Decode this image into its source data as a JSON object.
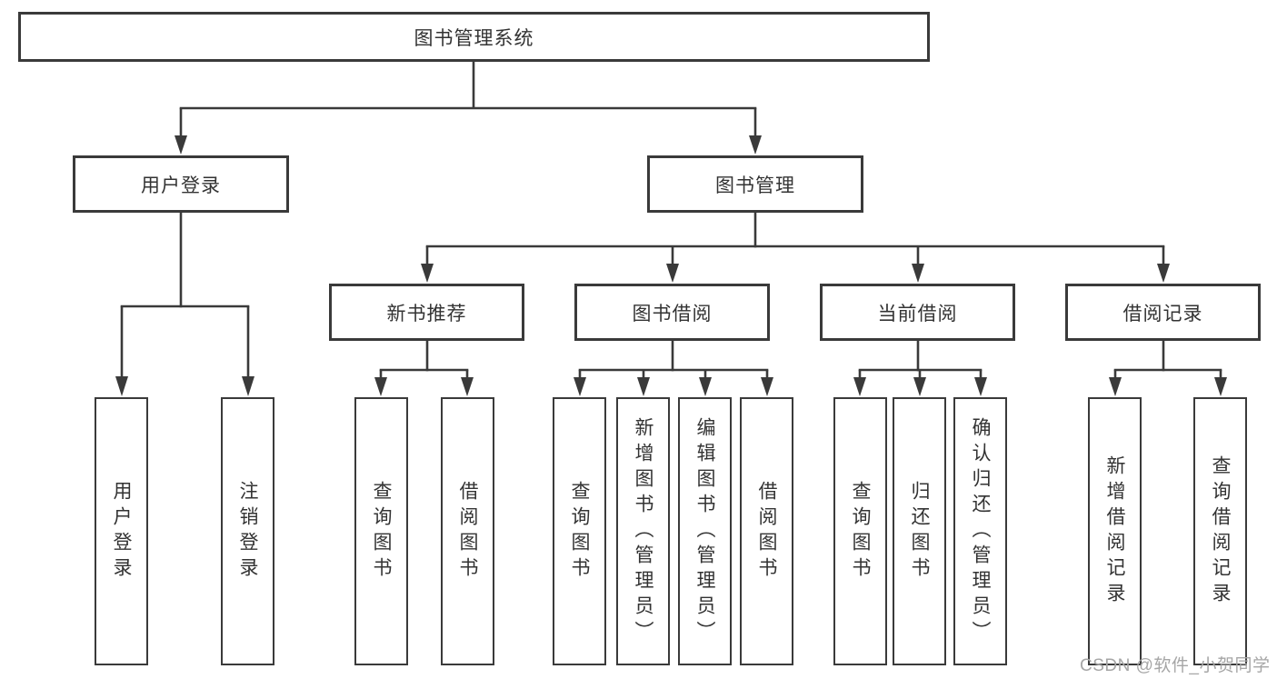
{
  "title": {
    "label": "图书管理系统"
  },
  "tree": {
    "user_login": {
      "label": "用户登录",
      "children": [
        {
          "label": "用户登录"
        },
        {
          "label": "注销登录"
        }
      ]
    },
    "book_management": {
      "label": "图书管理",
      "sections": [
        {
          "label": "新书推荐",
          "children": [
            {
              "label": "查询图书"
            },
            {
              "label": "借阅图书"
            }
          ]
        },
        {
          "label": "图书借阅",
          "children": [
            {
              "label": "查询图书"
            },
            {
              "label": "新增图书（管理员）"
            },
            {
              "label": "编辑图书（管理员）"
            },
            {
              "label": "借阅图书"
            }
          ]
        },
        {
          "label": "当前借阅",
          "children": [
            {
              "label": "查询图书"
            },
            {
              "label": "归还图书"
            },
            {
              "label": "确认归还（管理员）"
            }
          ]
        },
        {
          "label": "借阅记录",
          "children": [
            {
              "label": "新增借阅记录"
            },
            {
              "label": "查询借阅记录"
            }
          ]
        }
      ]
    }
  },
  "watermark": {
    "text": "CSDN @软件_小贺同学"
  },
  "colors": {
    "line": "#3a3a3a",
    "text": "#333333",
    "watermark": "#a6a6a6",
    "background": "#ffffff"
  }
}
